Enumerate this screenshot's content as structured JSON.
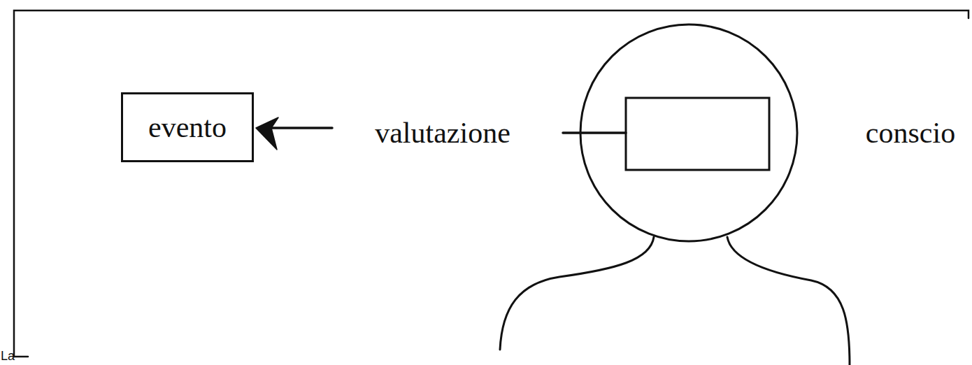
{
  "diagram": {
    "nodes": [
      {
        "text": [
          "evento"
        ]
      }
    ],
    "labels": [
      "valutazione",
      "conscio",
      "La"
    ]
  }
}
